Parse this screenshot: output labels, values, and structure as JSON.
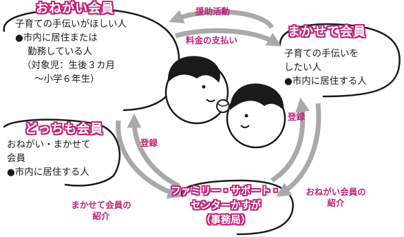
{
  "onegai": {
    "title": "おねがい会員",
    "lines": [
      "子育ての手伝いがほしい人",
      "●市内に居住または",
      "勤務している人",
      "（対象児：生後３カ月",
      "～小学６年生）"
    ]
  },
  "makasete": {
    "title": "まかせて会員",
    "lines": [
      "子育ての手伝いを",
      "したい人",
      "●市内に居住する人"
    ]
  },
  "docchimo": {
    "title": "どっちも会員",
    "lines": [
      "おねがい・まかせて",
      "会員",
      "●市内に居住する人"
    ]
  },
  "center": {
    "lines": [
      "ファミリー・サポート・",
      "センターかすが",
      "（事務局）"
    ]
  },
  "flows": {
    "support": "援助活動",
    "payment": "料金の支払い",
    "register_left": "登録",
    "register_right": "登録",
    "intro_makasete": [
      "まかせて会員の",
      "紹介"
    ],
    "intro_onegai": [
      "おねがい会員の",
      "紹介"
    ]
  },
  "colors": {
    "accent": "#c0237a",
    "arrow": "#a9a9a9"
  }
}
